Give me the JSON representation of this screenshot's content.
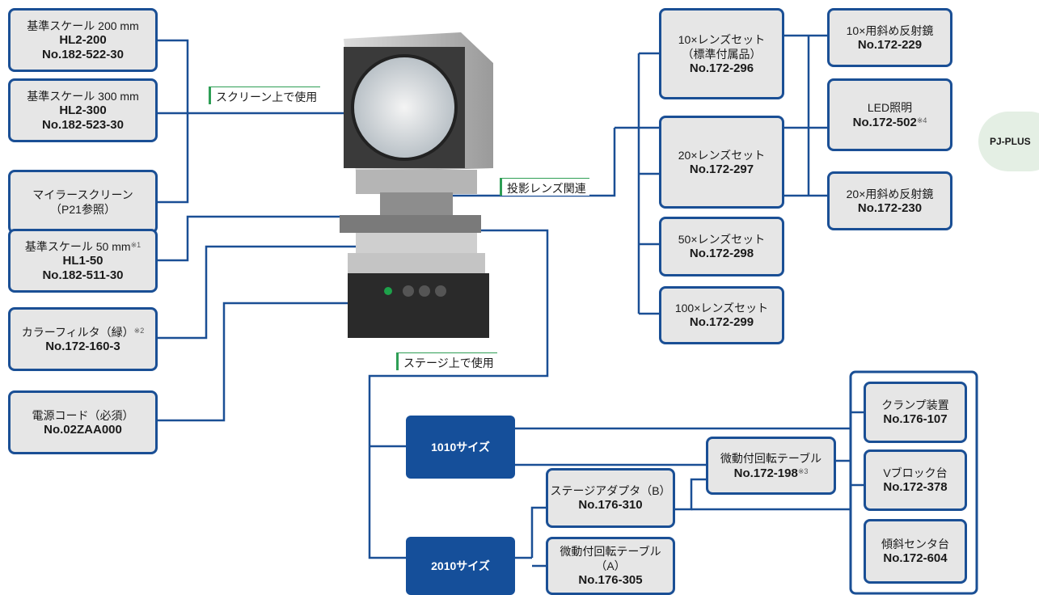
{
  "badge": "PJ-PLUS",
  "labels": {
    "screen": "スクリーン上で使用",
    "lens": "投影レンズ関連",
    "stage": "ステージ上で使用"
  },
  "left_boxes": [
    {
      "line1": "基準スケール 200 mm",
      "line2": "HL2-200",
      "line3": "No.182-522-30"
    },
    {
      "line1": "基準スケール 300 mm",
      "line2": "HL2-300",
      "line3": "No.182-523-30"
    },
    {
      "line1": "マイラースクリーン",
      "line2": "（P21参照）"
    },
    {
      "line1": "基準スケール 50 mm",
      "note": "※1",
      "line2": "HL1-50",
      "line3": "No.182-511-30"
    },
    {
      "line1": "カラーフィルタ（緑）",
      "note": "※2",
      "line2": "No.172-160-3"
    },
    {
      "line1": "電源コード（必須）",
      "line2": "No.02ZAA000"
    }
  ],
  "lens_sets": [
    {
      "line1": "10×レンズセット",
      "line2": "（標準付属品）",
      "line3": "No.172-296"
    },
    {
      "line1": "20×レンズセット",
      "line2": "No.172-297"
    },
    {
      "line1": "50×レンズセット",
      "line2": "No.172-298"
    },
    {
      "line1": "100×レンズセット",
      "line2": "No.172-299"
    }
  ],
  "lens_accessories": [
    {
      "line1": "10×用斜め反射鏡",
      "line2": "No.172-229"
    },
    {
      "line1": "LED照明",
      "line2": "No.172-502",
      "note": "※4"
    },
    {
      "line1": "20×用斜め反射鏡",
      "line2": "No.172-230"
    }
  ],
  "stage_sizes": [
    "1010サイズ",
    "2010サイズ"
  ],
  "stage_items": {
    "rotary": {
      "line1": "微動付回転テーブル",
      "line2": "No.172-198",
      "note": "※3"
    },
    "adapter": {
      "line1": "ステージアダプタ（B）",
      "line2": "No.176-310"
    },
    "rotary_a": {
      "line1": "微動付回転テーブル（A）",
      "line2": "No.176-305"
    },
    "clamp": {
      "line1": "クランプ装置",
      "line2": "No.176-107"
    },
    "vblock": {
      "line1": "Vブロック台",
      "line2": "No.172-378"
    },
    "center": {
      "line1": "傾斜センタ台",
      "line2": "No.172-604"
    }
  },
  "colors": {
    "border": "#1a4f95",
    "box_fill": "#e6e6e6",
    "size_fill": "#154f9a",
    "label_accent": "#2e9e55"
  }
}
